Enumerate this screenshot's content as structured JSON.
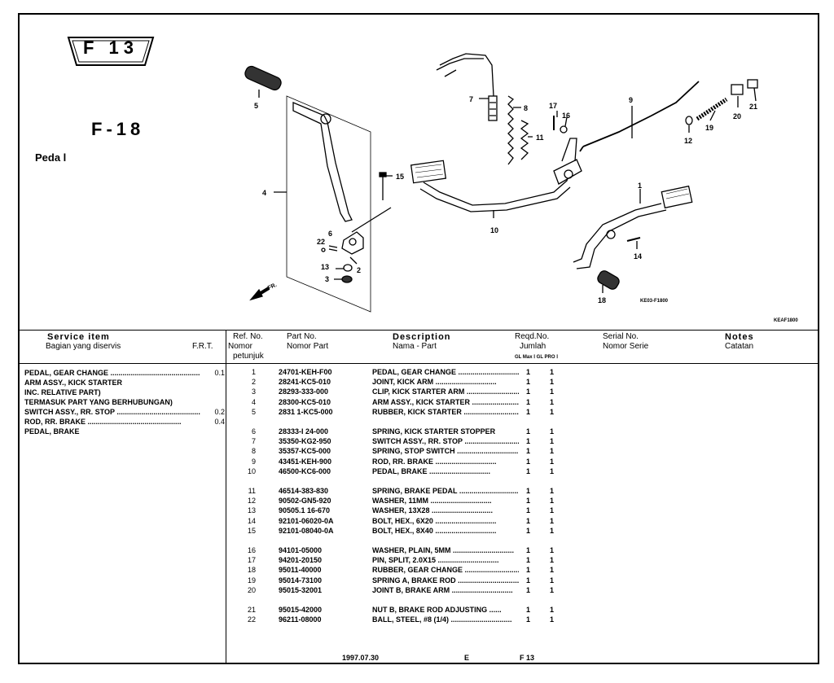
{
  "page": {
    "section_code": "F 13",
    "section_title": "F-18",
    "section_name": "Peda l",
    "drawing_code": "KE03-F1800",
    "corner_code": "KEAF1800"
  },
  "headers": {
    "service_item": "Service item",
    "service_item_id": "Bagian yang diservis",
    "frt": "F.R.T.",
    "ref_no": "Ref. No.",
    "ref_no_id_1": "Nomor",
    "ref_no_id_2": "petunjuk",
    "part_no": "Part No.",
    "part_no_id": "Nomor Part",
    "description": "Description",
    "description_id": "Nama - Part",
    "reqd_no": "Reqd.No.",
    "reqd_no_id": "Jumlah",
    "reqd_sub": "GL Max Ⅰ  GL PRO Ⅰ",
    "serial_no": "Serial No.",
    "serial_no_id": "Nomor Serie",
    "notes": "Notes",
    "notes_id": "Catatan"
  },
  "service_items": [
    {
      "name": "PEDAL, GEAR CHANGE ..............................................",
      "frt": "0.1"
    },
    {
      "name": "  ARM ASSY., KICK STARTER",
      "frt": ""
    },
    {
      "name": " INC. RELATIVE PART)",
      "frt": ""
    },
    {
      "name": "TERMASUK PART YANG BERHUBUNGAN)",
      "frt": ""
    },
    {
      "name": "SWITCH ASSY., RR. STOP ..............................................",
      "frt": "0.2"
    },
    {
      "name": "ROD, RR. BRAKE ..............................................",
      "frt": "0.4"
    },
    {
      "name": "   PEDAL, BRAKE",
      "frt": ""
    }
  ],
  "parts": [
    {
      "ref": "1",
      "part_no": "24701-KEH-F00",
      "desc": "PEDAL, GEAR CHANGE ..............................",
      "q1": "1",
      "q2": "1"
    },
    {
      "ref": "2",
      "part_no": "28241-KC5-010",
      "desc": "JOINT, KICK ARM ..............................",
      "q1": "1",
      "q2": "1"
    },
    {
      "ref": "3",
      "part_no": "28293-333-000",
      "desc": "CLIP, KICK STARTER ARM ..............................",
      "q1": "1",
      "q2": "1"
    },
    {
      "ref": "4",
      "part_no": "28300-KC5-010",
      "desc": "ARM ASSY., KICK STARTER ..............................",
      "q1": "1",
      "q2": "1"
    },
    {
      "ref": "5",
      "part_no": "2831 1-KC5-000",
      "desc": "RUBBER, KICK STARTER ..............................",
      "q1": "1",
      "q2": "1"
    },
    {
      "ref": "6",
      "part_no": "28333-I 24-000",
      "desc": "SPRING, KICK STARTER STOPPER",
      "q1": "1",
      "q2": "1"
    },
    {
      "ref": "7",
      "part_no": "35350-KG2-950",
      "desc": "SWITCH ASSY., RR. STOP ..............................",
      "q1": "1",
      "q2": "1"
    },
    {
      "ref": "8",
      "part_no": "35357-KC5-000",
      "desc": "SPRING, STOP SWITCH ..............................",
      "q1": "1",
      "q2": "1"
    },
    {
      "ref": "9",
      "part_no": "43451-KEH-900",
      "desc": "ROD, RR. BRAKE ..............................",
      "q1": "1",
      "q2": "1"
    },
    {
      "ref": "10",
      "part_no": "46500-KC6-000",
      "desc": "PEDAL, BRAKE ..............................",
      "q1": "1",
      "q2": "1"
    },
    {
      "ref": "11",
      "part_no": "46514-383-830",
      "desc": "SPRING, BRAKE PEDAL ..............................",
      "q1": "1",
      "q2": "1"
    },
    {
      "ref": "12",
      "part_no": "90502-GN5-920",
      "desc": "WASHER, 11MM ..............................",
      "q1": "1",
      "q2": "1"
    },
    {
      "ref": "13",
      "part_no": "90505.1 16-670",
      "desc": "WASHER, 13X28 ..............................",
      "q1": "1",
      "q2": "1"
    },
    {
      "ref": "14",
      "part_no": "92101-06020-0A",
      "desc": "BOLT, HEX., 6X20 ..............................",
      "q1": "1",
      "q2": "1"
    },
    {
      "ref": "15",
      "part_no": "92101-08040-0A",
      "desc": "BOLT, HEX., 8X40 ..............................",
      "q1": "1",
      "q2": "1"
    },
    {
      "ref": "16",
      "part_no": "94101-05000",
      "desc": "WASHER, PLAIN, 5MM ..............................",
      "q1": "1",
      "q2": "1"
    },
    {
      "ref": "17",
      "part_no": "94201-20150",
      "desc": "PIN, SPLIT, 2.0X15 ..............................",
      "q1": "1",
      "q2": "1"
    },
    {
      "ref": "18",
      "part_no": "95011-40000",
      "desc": "RUBBER, GEAR CHANGE ..............................",
      "q1": "1",
      "q2": "1"
    },
    {
      "ref": "19",
      "part_no": "95014-73100",
      "desc": "SPRING A, BRAKE ROD ..............................",
      "q1": "1",
      "q2": "1"
    },
    {
      "ref": "20",
      "part_no": "95015-32001",
      "desc": "JOINT B, BRAKE ARM ..............................",
      "q1": "1",
      "q2": "1"
    },
    {
      "ref": "21",
      "part_no": "95015-42000",
      "desc": "NUT B, BRAKE ROD ADJUSTING ......",
      "q1": "1",
      "q2": "1"
    },
    {
      "ref": "22",
      "part_no": "96211-08000",
      "desc": "BALL, STEEL, #8 (1/4) ..............................",
      "q1": "1",
      "q2": "1"
    }
  ],
  "diagram_labels": [
    "1",
    "2",
    "3",
    "4",
    "5",
    "6",
    "7",
    "8",
    "9",
    "10",
    "11",
    "12",
    "13",
    "14",
    "15",
    "16",
    "17",
    "18",
    "19",
    "20",
    "21",
    "22",
    "FR."
  ],
  "footer": {
    "date": "1997.07.30",
    "edition": "E",
    "page_code": "F 13"
  }
}
